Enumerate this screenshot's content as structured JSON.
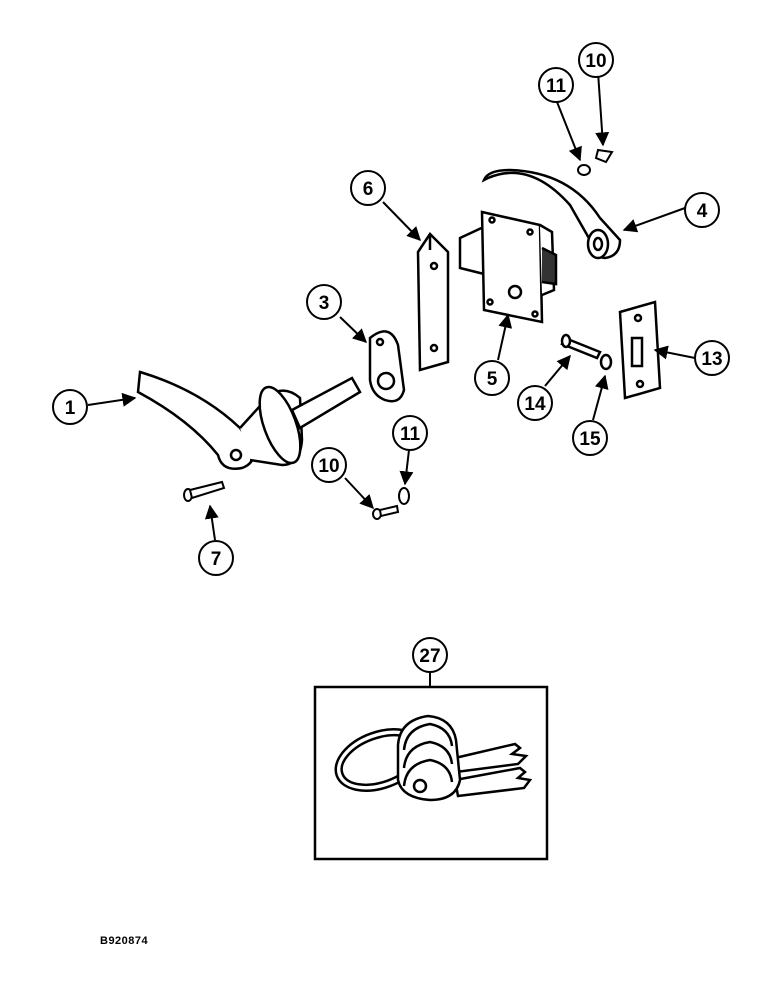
{
  "figure_id": "B920874",
  "callouts": {
    "c1": "1",
    "c3": "3",
    "c4": "4",
    "c5": "5",
    "c6": "6",
    "c7": "7",
    "c10a": "10",
    "c10b": "10",
    "c11a": "11",
    "c11b": "11",
    "c13": "13",
    "c14": "14",
    "c15": "15",
    "c27": "27"
  }
}
